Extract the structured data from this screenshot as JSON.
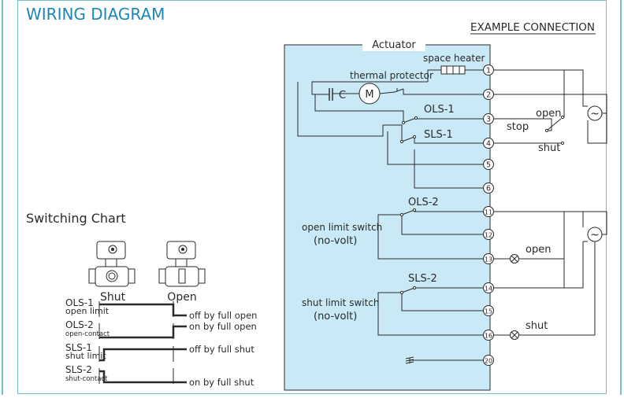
{
  "title": "WIRING DIAGRAM",
  "example_label": "EXAMPLE CONNECTION",
  "actuator_label": "Actuator",
  "components": {
    "space_heater": "space heater",
    "thermal_protector": "thermal protector",
    "capacitor": "C",
    "motor": "M"
  },
  "switch_labels": {
    "ols1": "OLS-1",
    "sls1": "SLS-1",
    "ols2": "OLS-2",
    "sls2": "SLS-2",
    "open": "open",
    "stop": "stop",
    "shut": "shut",
    "open_limit_line1": "open limit switch",
    "open_limit_line2": "(no-volt)",
    "shut_limit_line1": "shut limit switch",
    "shut_limit_line2": "(no-volt)",
    "lamp_open": "open",
    "lamp_shut": "shut"
  },
  "terminals": [
    "1",
    "2",
    "3",
    "4",
    "5",
    "6",
    "11",
    "12",
    "13",
    "14",
    "15",
    "16",
    "20"
  ],
  "ac_symbol": "~",
  "chart": {
    "title": "Switching Chart",
    "shut_label": "Shut",
    "open_label": "Open",
    "rows": [
      {
        "line1": "OLS-1",
        "line2": "open limit",
        "desc": "off by full open"
      },
      {
        "line1": "OLS-2",
        "line2": "open-contact",
        "desc": "on by full open"
      },
      {
        "line1": "SLS-1",
        "line2": "shut limit",
        "desc": "off by full shut"
      },
      {
        "line1": "SLS-2",
        "line2": "shut-contact",
        "desc": "on by full shut"
      }
    ]
  },
  "colors": {
    "accent": "#1b87b4",
    "frame": "#6fc2c7",
    "panel": "#c9e9f6",
    "ink": "#2a2a2a"
  }
}
